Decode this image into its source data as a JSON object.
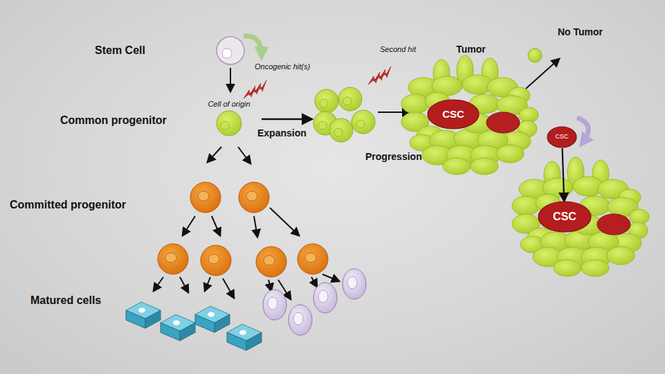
{
  "diagram": {
    "nodes": [
      {
        "text": [
          "Cell of origin"
        ]
      },
      {
        "text": [
          "Tumor"
        ]
      },
      {
        "text": [
          "CSC"
        ],
        "in": 1
      },
      {
        "text": [
          "CSC"
        ]
      },
      {
        "text": [
          "CSC"
        ]
      }
    ],
    "edges": [
      {
        "from": 3,
        "to": 4,
        "arrow": "to"
      }
    ],
    "labels": [
      "Stem Cell",
      "Oncogenic hit(s)",
      "Common progenitor",
      "Expansion",
      "Second hit",
      "No Tumor",
      "Progression",
      "Committed progenitor",
      "Matured cells"
    ]
  }
}
